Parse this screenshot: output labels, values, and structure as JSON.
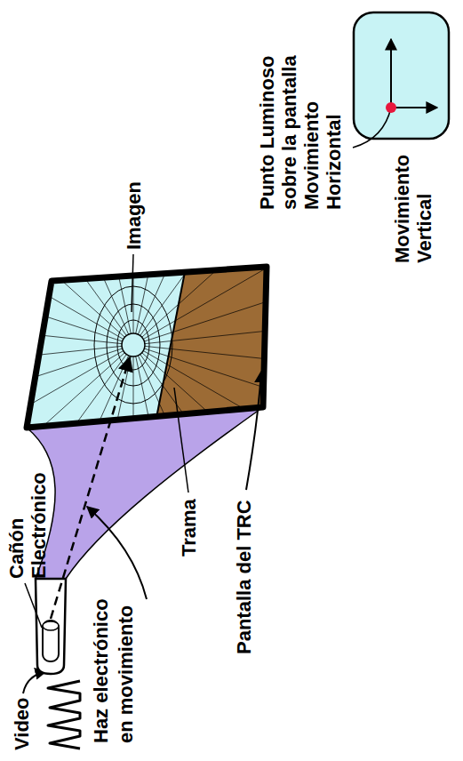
{
  "diagram": {
    "labels": [
      "Video",
      "Cañón Electrónico",
      "Haz electrónico en movimiento",
      "Trama",
      "Pantalla del TRC",
      "Imagen",
      "Punto Luminoso sobre la pantalla",
      "Movimiento Horizontal",
      "Movimiento Vertical"
    ]
  }
}
